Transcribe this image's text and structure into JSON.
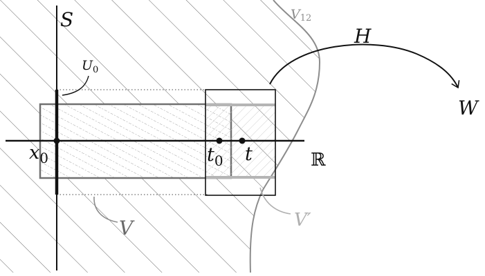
{
  "labels": {
    "S": "S",
    "V12_main": "V",
    "V12_sub": "12",
    "H": "H",
    "W": "W",
    "U0_main": "U",
    "U0_sub": "0",
    "x0_main": "x",
    "x0_sub": "0",
    "t0_main": "t",
    "t0_sub": "0",
    "t": "t",
    "R": "ℝ",
    "V": "V",
    "V_prime": "V′"
  },
  "colors": {
    "axis": "#111111",
    "hatch": "#555555",
    "boundary": "#8c8c8c",
    "rect_v": "#707070",
    "rect_vprime": "#b5b5b5",
    "label_gray": "#6a6a6a",
    "label_light": "#b0b0b0"
  }
}
